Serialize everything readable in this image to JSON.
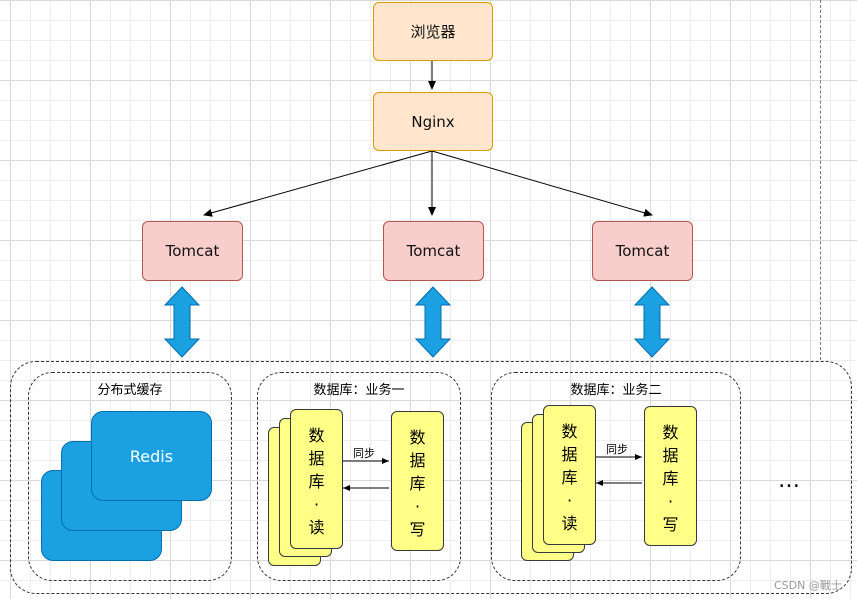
{
  "browser": {
    "label": "浏览器"
  },
  "nginx": {
    "label": "Nginx"
  },
  "tomcats": [
    {
      "label": "Tomcat"
    },
    {
      "label": "Tomcat"
    },
    {
      "label": "Tomcat"
    }
  ],
  "cache_group": {
    "title": "分布式缓存",
    "node_label": "Redis"
  },
  "db_group_1": {
    "title": "数据库：业务一",
    "read": [
      "数",
      "据",
      "库",
      "·",
      "读"
    ],
    "write": [
      "数",
      "据",
      "库",
      "·",
      "写"
    ],
    "sync_label": "同步"
  },
  "db_group_2": {
    "title": "数据库：业务二",
    "read": [
      "数",
      "据",
      "库",
      "·",
      "读"
    ],
    "write": [
      "数",
      "据",
      "库",
      "·",
      "写"
    ],
    "sync_label": "同步"
  },
  "more": {
    "label": "…"
  },
  "watermark": {
    "text": "CSDN @戰士"
  },
  "colors": {
    "orange_fill": "#ffe6cc",
    "red_fill": "#f8cecc",
    "yellow_fill": "#ffff88",
    "blue_fill": "#1ba1e2"
  }
}
